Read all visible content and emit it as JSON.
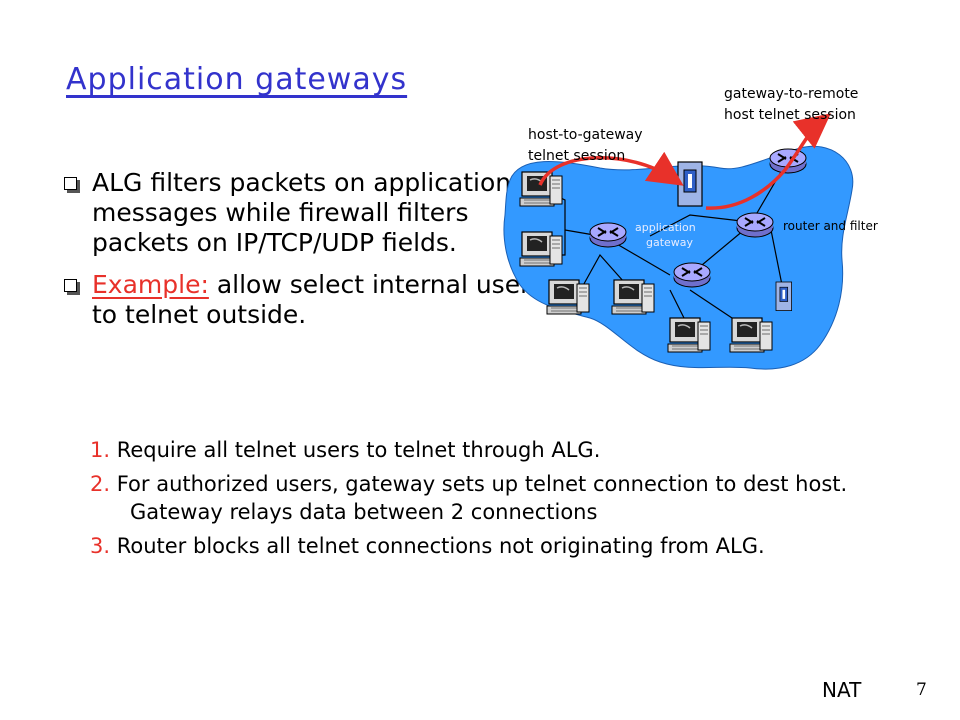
{
  "title": "Application gateways",
  "bullets": [
    {
      "text": "ALG filters packets on application messages while firewall filters packets on IP/TCP/UDP fields."
    },
    {
      "highlight": "Example:",
      "text": " allow select internal users to telnet outside."
    }
  ],
  "steps": [
    {
      "num": "1.",
      "text": " Require all telnet users to telnet through ALG."
    },
    {
      "num": "2.",
      "text": " For authorized users, gateway sets up telnet connection to dest host. Gateway relays data between 2 connections"
    },
    {
      "num": "3.",
      "text": " Router blocks all telnet connections not originating from ALG."
    }
  ],
  "diagram": {
    "label_host_to_gateway_1": "host-to-gateway",
    "label_host_to_gateway_2": "telnet session",
    "label_gateway_to_remote_1": "gateway-to-remote",
    "label_gateway_to_remote_2": "host telnet session",
    "label_app_gateway_1": "application",
    "label_app_gateway_2": "gateway",
    "label_router_filter": "router and filter",
    "colors": {
      "cloud": "#3399ff",
      "arrow": "#e8312a",
      "router": "#9999ff",
      "gateway": "#3366cc"
    }
  },
  "footer": {
    "section": "NAT",
    "page": "7"
  }
}
